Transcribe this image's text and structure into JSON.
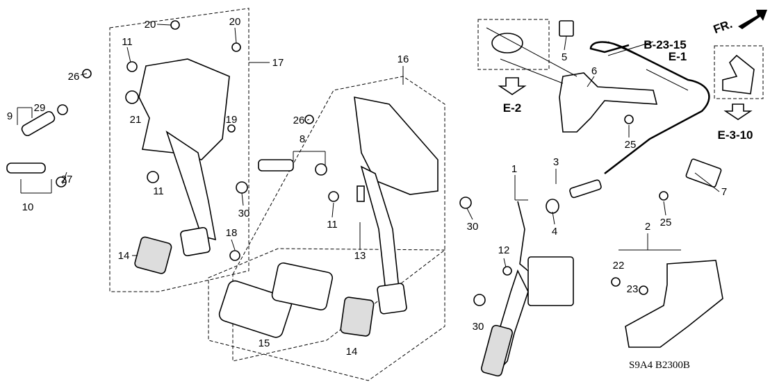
{
  "diagram": {
    "labels": [
      "20",
      "20",
      "11",
      "26",
      "17",
      "29",
      "9",
      "21",
      "19",
      "26",
      "8",
      "16",
      "11",
      "27",
      "10",
      "30",
      "30",
      "11",
      "13",
      "18",
      "14",
      "15",
      "14",
      "5",
      "6",
      "25",
      "1",
      "3",
      "7",
      "4",
      "25",
      "2",
      "12",
      "22",
      "23",
      "30"
    ],
    "references": {
      "e2": "E-2",
      "b2315": "B-23-15",
      "e1": "E-1",
      "e310": "E-3-10"
    },
    "direction": "FR.",
    "diagram_code": "S9A4  B2300B"
  }
}
